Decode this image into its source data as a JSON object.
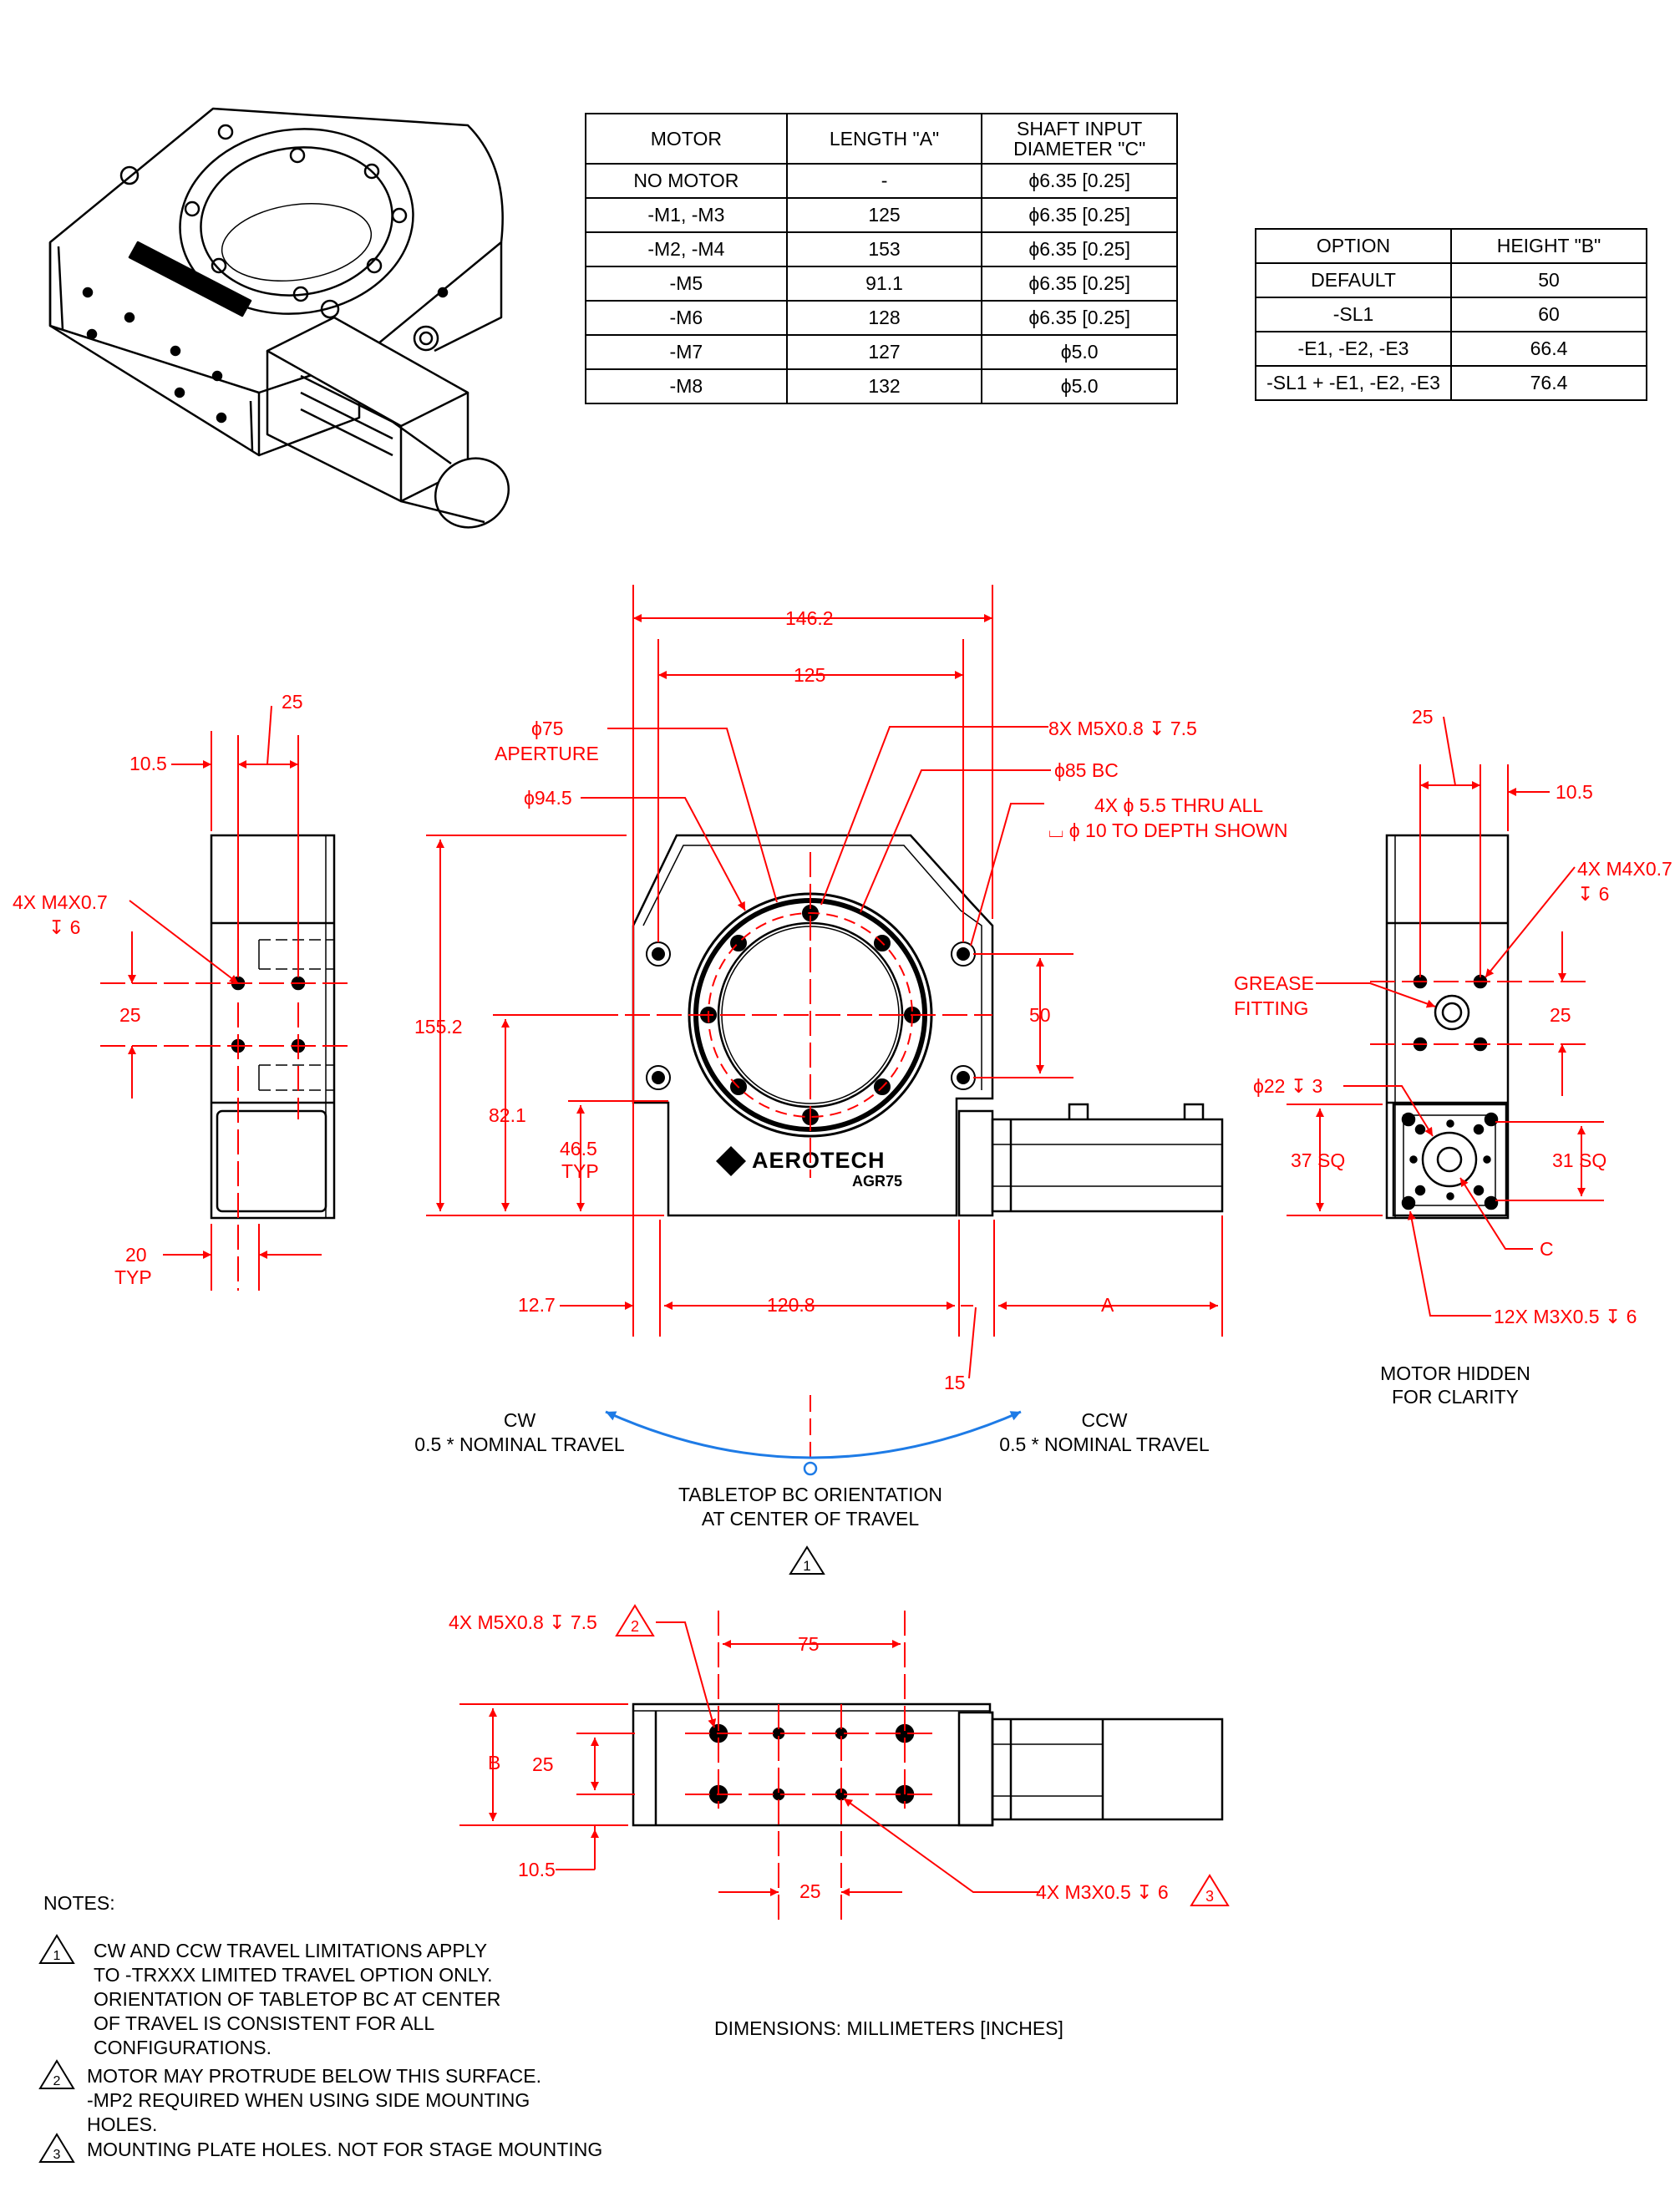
{
  "motor_table": {
    "headers": [
      "MOTOR",
      "LENGTH \"A\"",
      "SHAFT INPUT\nDIAMETER \"C\""
    ],
    "rows": [
      [
        "NO MOTOR",
        "-",
        "ϕ6.35 [0.25]"
      ],
      [
        "-M1, -M3",
        "125",
        "ϕ6.35 [0.25]"
      ],
      [
        "-M2, -M4",
        "153",
        "ϕ6.35 [0.25]"
      ],
      [
        "-M5",
        "91.1",
        "ϕ6.35 [0.25]"
      ],
      [
        "-M6",
        "128",
        "ϕ6.35 [0.25]"
      ],
      [
        "-M7",
        "127",
        "ϕ5.0"
      ],
      [
        "-M8",
        "132",
        "ϕ5.0"
      ]
    ]
  },
  "option_table": {
    "headers": [
      "OPTION",
      "HEIGHT \"B\""
    ],
    "rows": [
      [
        "DEFAULT",
        "50"
      ],
      [
        "-SL1",
        "60"
      ],
      [
        "-E1, -E2, -E3",
        "66.4"
      ],
      [
        "-SL1 + -E1, -E2, -E3",
        "76.4"
      ]
    ]
  },
  "logo": {
    "brand": "AEROTECH",
    "model": "AGR75"
  },
  "left_view": {
    "dim_25_top": "25",
    "dim_10_5": "10.5",
    "callout_tap": "4X M4X0.7",
    "callout_tap_depth": "↧ 6",
    "dim_25_mid": "25",
    "dim_20": "20",
    "dim_20_note": "TYP"
  },
  "front_view": {
    "dim_146_2": "146.2",
    "dim_125": "125",
    "aperture_dia": "ϕ75",
    "aperture_label": "APERTURE",
    "dia_94_5": "ϕ94.5",
    "callout_8x": "8X M5X0.8 ↧ 7.5",
    "bc_85": "ϕ85 BC",
    "thru_line1": "4X ϕ 5.5 THRU ALL",
    "thru_line2": "⌴ ϕ 10 TO DEPTH SHOWN",
    "dim_155_2": "155.2",
    "dim_82_1": "82.1",
    "dim_46_5": "46.5",
    "dim_46_5_note": "TYP",
    "dim_50": "50",
    "dim_12_7": "12.7",
    "dim_120_8": "120.8",
    "dim_a": "A",
    "dim_15": "15"
  },
  "right_view": {
    "dim_25": "25",
    "dim_10_5": "10.5",
    "callout_tap": "4X M4X0.7",
    "callout_tap_depth": "↧ 6",
    "grease_line1": "GREASE",
    "grease_line2": "FITTING",
    "dim_25_v": "25",
    "bore": "ϕ22 ↧ 3",
    "dim_37": "37 SQ",
    "dim_31": "31 SQ",
    "label_c": "C",
    "callout_12x": "12X M3X0.5 ↧ 6",
    "note_line1": "MOTOR HIDDEN",
    "note_line2": "FOR CLARITY"
  },
  "travel": {
    "cw_line1": "CW",
    "cw_line2": "0.5 * NOMINAL TRAVEL",
    "ccw_line1": "CCW",
    "ccw_line2": "0.5 * NOMINAL TRAVEL",
    "orient_line1": "TABLETOP BC ORIENTATION",
    "orient_line2": "AT CENTER OF TRAVEL",
    "flag": "1"
  },
  "bottom_view": {
    "callout_4x_m5": "4X M5X0.8 ↧ 7.5",
    "flag_2": "2",
    "dim_75": "75",
    "dim_b": "B",
    "dim_25_v": "25",
    "dim_10_5": "10.5",
    "dim_25_h": "25",
    "callout_4x_m3": "4X M3X0.5 ↧ 6",
    "flag_3": "3"
  },
  "notes": {
    "title": "NOTES:",
    "items": [
      {
        "num": "1",
        "lines": [
          "CW AND CCW TRAVEL LIMITATIONS APPLY",
          "TO -TRXXX LIMITED TRAVEL OPTION ONLY.",
          "ORIENTATION OF TABLETOP BC AT CENTER",
          "OF TRAVEL IS CONSISTENT FOR ALL",
          "CONFIGURATIONS."
        ]
      },
      {
        "num": "2",
        "lines": [
          "MOTOR MAY PROTRUDE BELOW THIS SURFACE.",
          "-MP2 REQUIRED WHEN USING SIDE MOUNTING",
          "HOLES."
        ]
      },
      {
        "num": "3",
        "lines": [
          "MOUNTING PLATE HOLES. NOT FOR STAGE MOUNTING"
        ]
      }
    ],
    "units": "DIMENSIONS:  MILLIMETERS [INCHES]"
  },
  "colors": {
    "dimension": "#ff0000",
    "outline": "#000000",
    "travel_arc": "#1e7be6"
  }
}
